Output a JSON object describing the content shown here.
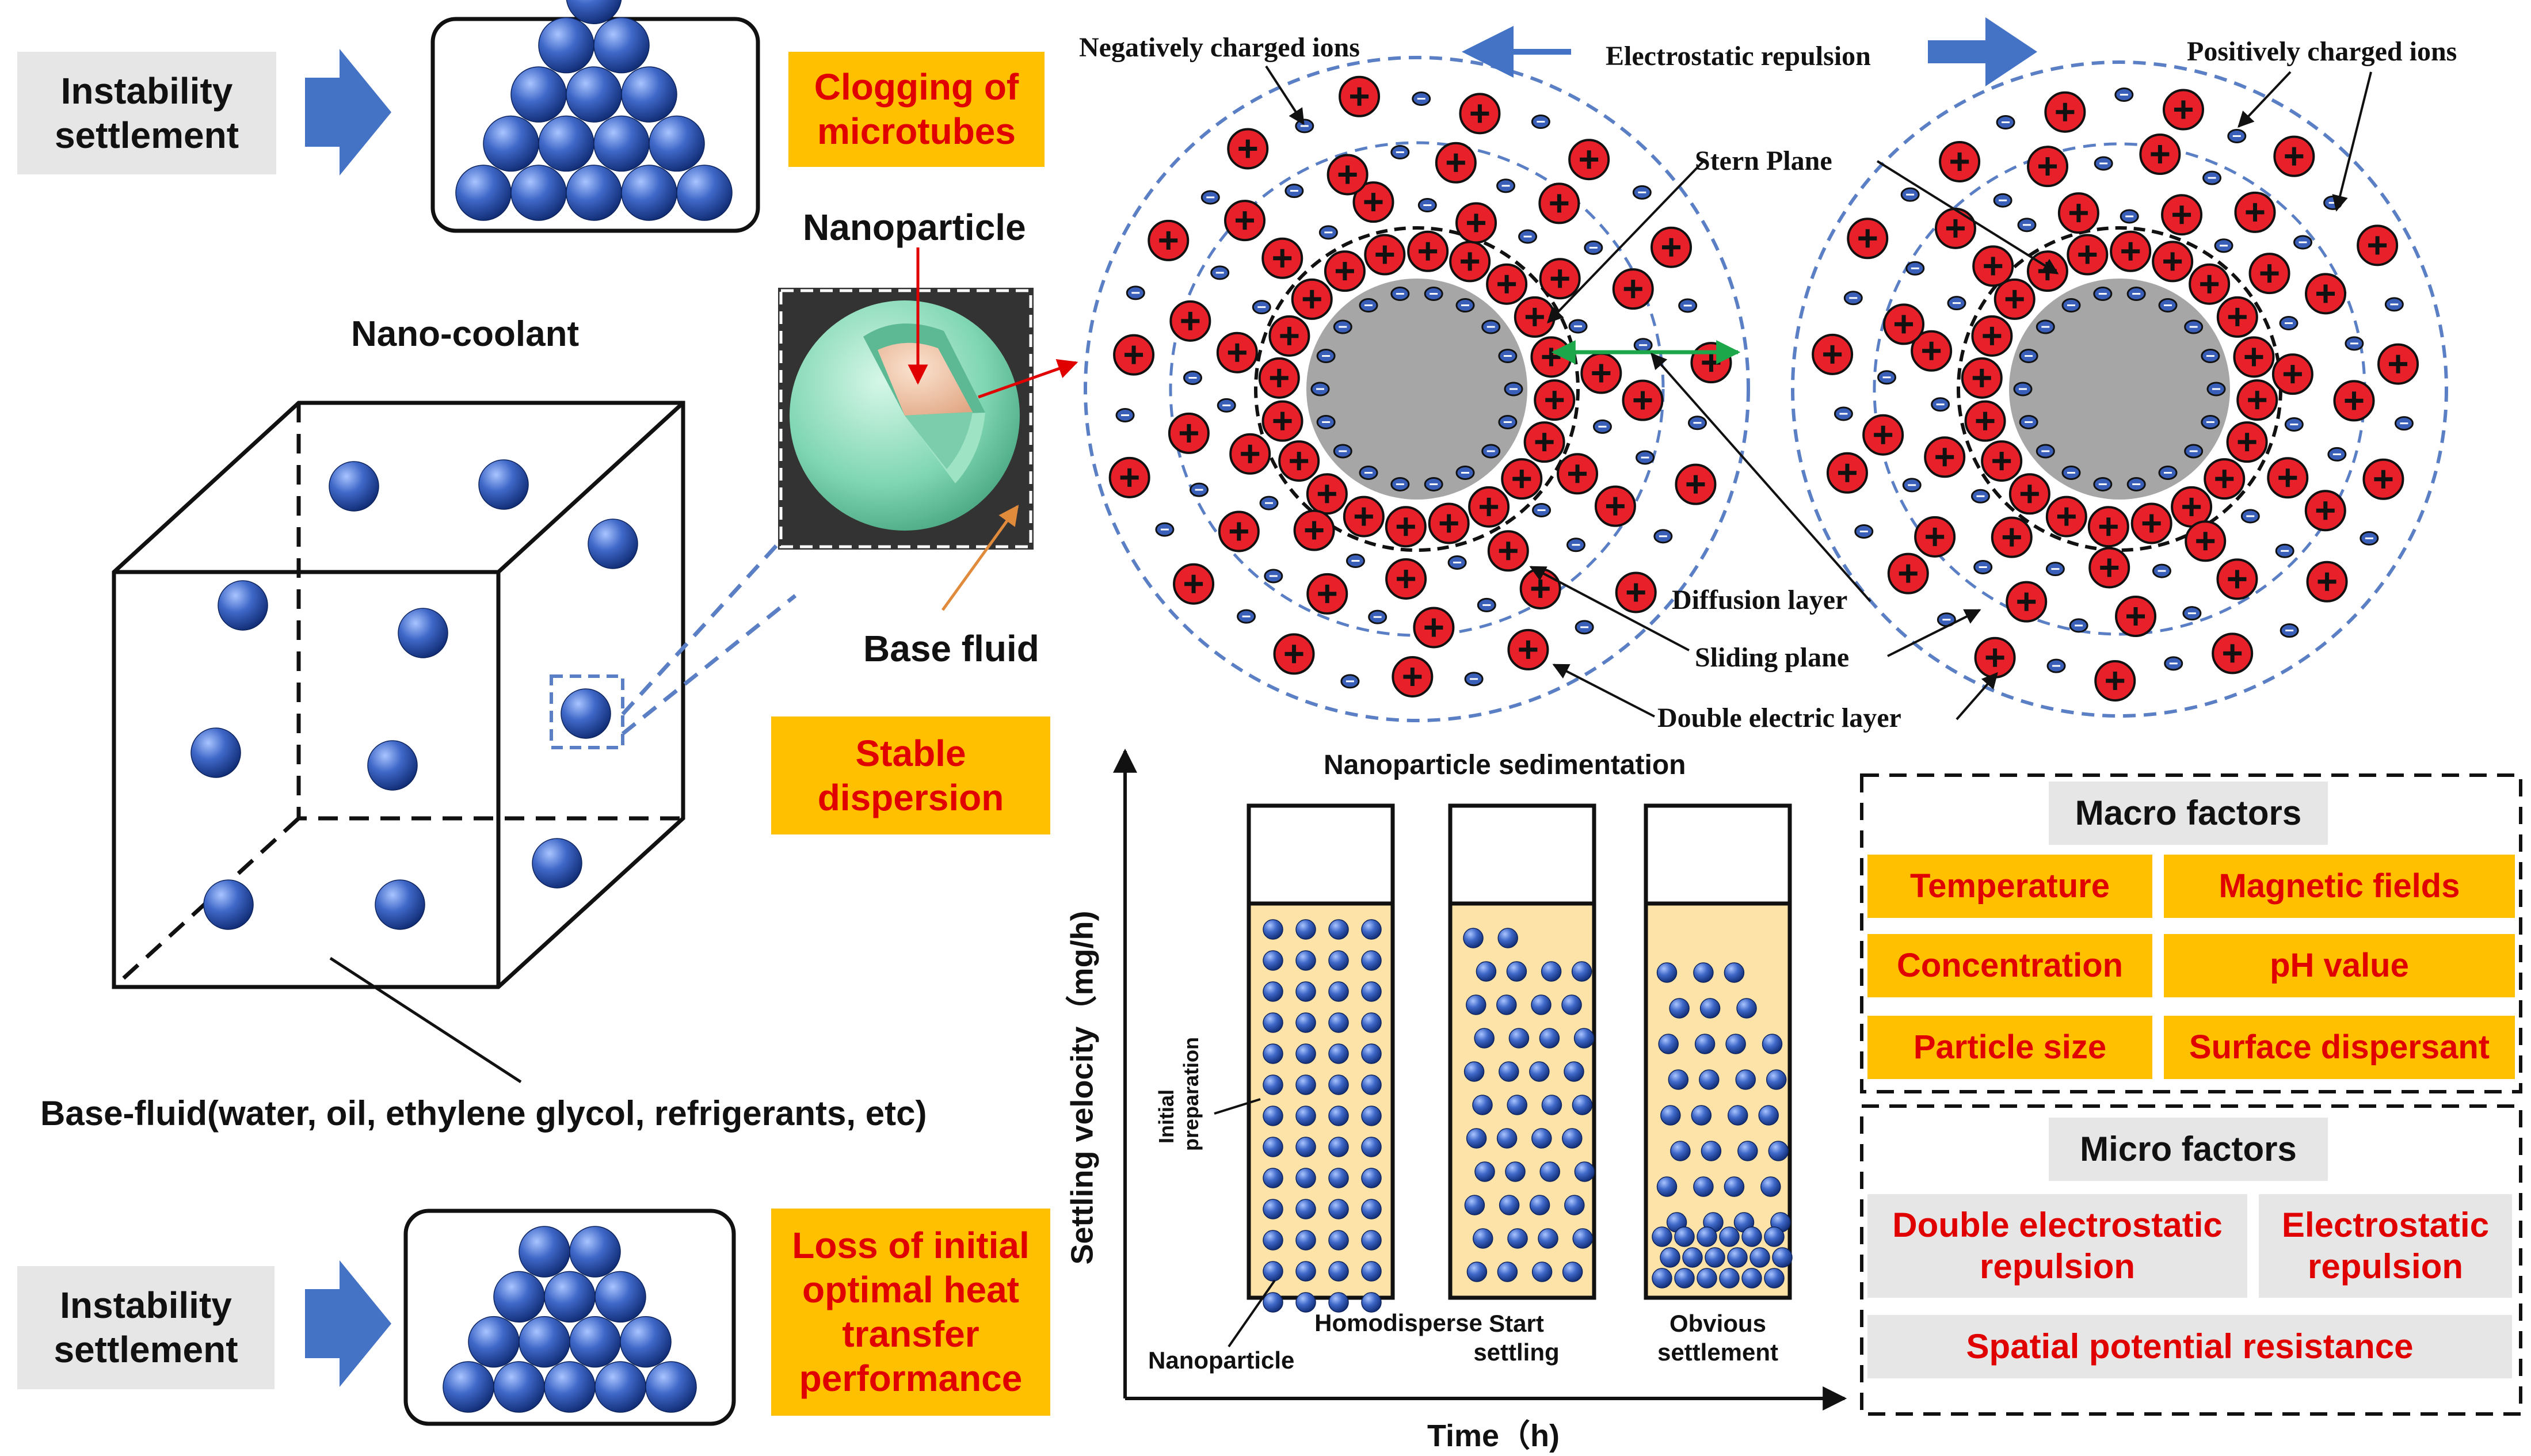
{
  "top_left": {
    "instability_label": "Instability settlement",
    "clogging_label": "Clogging of microtubes"
  },
  "bottom_left": {
    "instability_label": "Instability settlement",
    "loss_label": "Loss of initial optimal heat transfer performance"
  },
  "cube": {
    "title": "Nano-coolant",
    "base_fluid_caption": "Base-fluid(water, oil, ethylene glycol, refrigerants, etc)"
  },
  "nanoparticle_inset": {
    "title": "Nanoparticle",
    "base_fluid_label": "Base fluid",
    "stable_dispersion_label": "Stable dispersion"
  },
  "edl": {
    "negative_ions_label": "Negatively charged ions",
    "repulsion_label": "Electrostatic repulsion",
    "positive_ions_label": "Positively charged ions",
    "stern_plane_label": "Stern Plane",
    "diffusion_layer_label": "Diffusion layer",
    "sliding_plane_label": "Sliding plane",
    "double_layer_label": "Double electric layer",
    "plus_sign": "+",
    "minus_sign": "-"
  },
  "sedimentation": {
    "title": "Nanoparticle sedimentation",
    "y_axis_label": "Settling velocity（mg/h)",
    "x_axis_label": "Time（h)",
    "initial_label": "Initial preparation",
    "nanoparticle_label": "Nanoparticle",
    "tubes": [
      {
        "label": "Homodisperse"
      },
      {
        "label": "Start settling"
      },
      {
        "label": "Obvious settlement"
      }
    ]
  },
  "macro": {
    "title": "Macro factors",
    "items": [
      "Temperature",
      "Magnetic fields",
      "Concentration",
      "pH value",
      "Particle size",
      "Surface dispersant"
    ]
  },
  "micro": {
    "title": "Micro factors",
    "items": [
      "Double electrostatic repulsion",
      "Electrostatic repulsion",
      "Spatial potential resistance"
    ]
  },
  "colors": {
    "accent_blue": "#4472c4",
    "orange_fill": "#ffc000",
    "label_red": "#e00000",
    "ion_red": "#e8202a",
    "grey_fill": "#e6e6e6",
    "tube_fill": "#fde3a7",
    "dashed_blue": "#5b7fc4",
    "green_arrow": "#1ca84a"
  }
}
